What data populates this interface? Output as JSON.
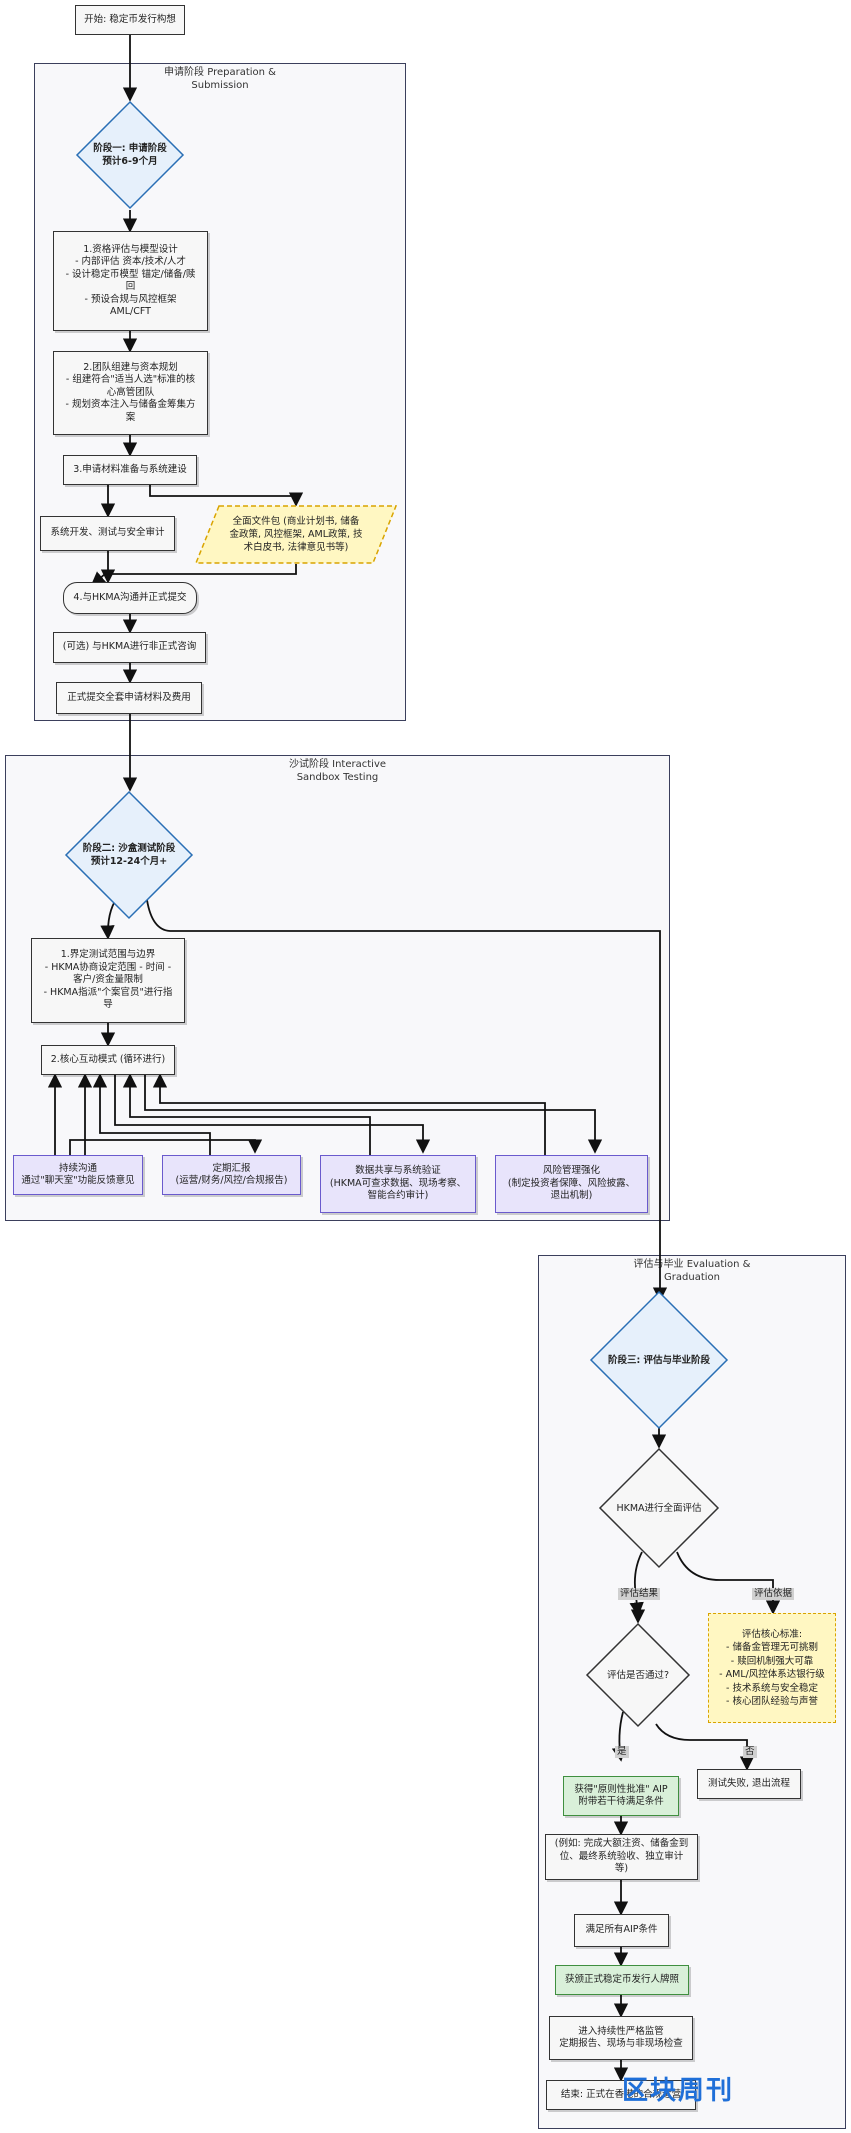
{
  "start_node": "开始: 稳定币发行构想",
  "groups": {
    "prep": "申请阶段 Preparation &\nSubmission",
    "sandbox": "沙试阶段 Interactive\nSandbox Testing",
    "eval": "评估与毕业 Evaluation &\nGraduation"
  },
  "prep": {
    "phase": "阶段一: 申请阶段\n预计6-9个月",
    "step1": "1.资格评估与模型设计\n- 内部评估 资本/技术/人才\n- 设计稳定币模型 锚定/储备/赎\n回\n- 预设合规与风控框架\nAML/CFT",
    "step2": "2.团队组建与资本规划\n- 组建符合\"适当人选\"标准的核\n心高管团队\n- 规划资本注入与储备金筹集方\n案",
    "step3": "3.申请材料准备与系统建设",
    "docs": "全面文件包 (商业计划书, 储备\n金政策, 风控框架, AML政策, 技\n术白皮书, 法律意见书等)",
    "sys": "系统开发、测试与安全审计",
    "step4": "4.与HKMA沟通并正式提交",
    "optional": "(可选) 与HKMA进行非正式咨询",
    "submit": "正式提交全套申请材料及费用"
  },
  "sandbox": {
    "phase": "阶段二: 沙盒测试阶段\n预计12-24个月+",
    "step1": "1.界定测试范围与边界\n- HKMA协商设定范围 - 时间 -\n客户/资金量限制\n- HKMA指派\"个案官员\"进行指\n导",
    "step2": "2.核心互动模式 (循环进行)",
    "comm": "持续沟通\n通过\"聊天室\"功能反馈意见",
    "report": "定期汇报\n(运营/财务/风控/合规报告)",
    "data": "数据共享与系统验证\n(HKMA可查求数据、现场考察、\n智能合约审计)",
    "risk": "风险管理强化\n(制定投资者保障、风险披露、\n退出机制)"
  },
  "eval": {
    "phase": "阶段三: 评估与毕业阶段",
    "assess": "HKMA进行全面评估",
    "label_result": "评估结果",
    "label_basis": "评估依据",
    "criteria": "评估核心标准:\n- 储备金管理无可挑剔\n- 赎回机制强大可靠\n- AML/风控体系达银行级\n- 技术系统与安全稳定\n- 核心团队经验与声誉",
    "decision": "评估是否通过?",
    "yes": "是",
    "no": "否",
    "aip": "获得\"原则性批准\" AIP\n附带若干待满足条件",
    "fail": "测试失败, 退出流程",
    "example": "(例如: 完成大额注资、储备金到\n位、最终系统验收、独立审计\n等)",
    "meet": "满足所有AIP条件",
    "license": "获颁正式稳定币发行人牌照",
    "supervise": "进入持续性严格监管\n定期报告、现场与非现场检查",
    "end": "结束: 正式在香港的合规运营"
  },
  "watermark": "区块周刊",
  "colors": {
    "diamond_fill": "#e6f0fb",
    "diamond_stroke": "#2a6fb5",
    "purple": "#e8e4fb",
    "green": "#d9f0d9",
    "note": "#fff7c2"
  }
}
